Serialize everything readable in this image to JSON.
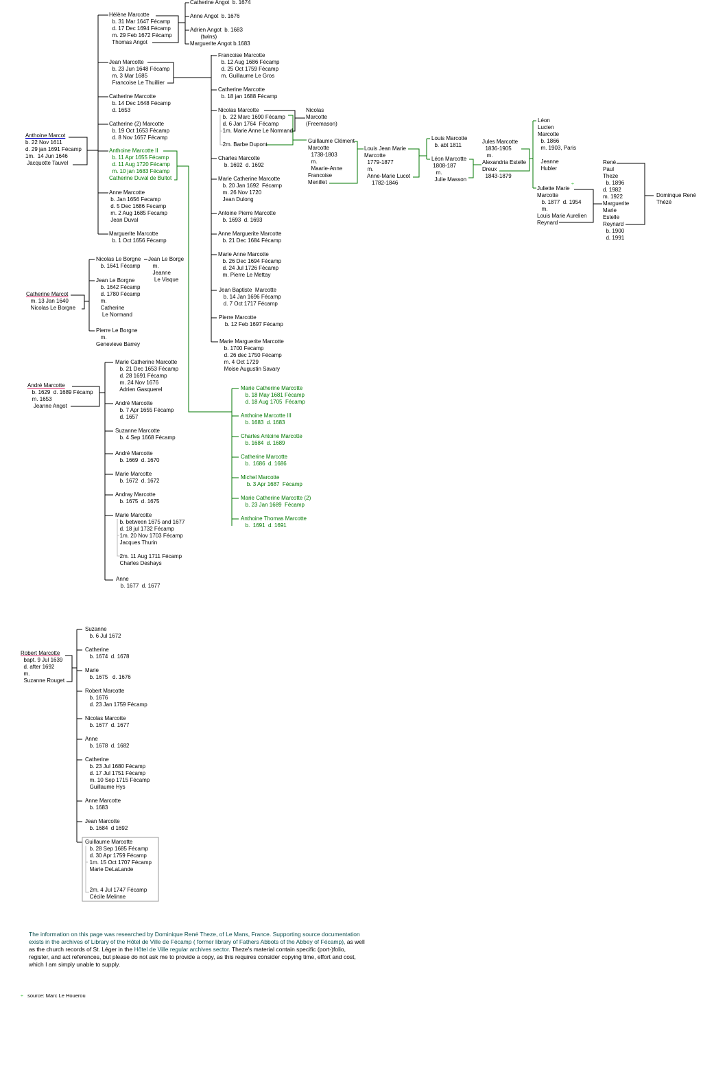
{
  "colors": {
    "line": "#000000",
    "green": "#007700",
    "gray": "#bbbbbb",
    "link_blue": "#0000cc",
    "link_pink": "#dd2266"
  },
  "blocks": {
    "angot": [
      "Catherine Angot  b. 1674",
      "",
      "Anne Angot  b. 1676",
      "",
      "Adrien Angot  b. 1683",
      "       (twins)",
      "Marguerite Angot b.1683"
    ],
    "helene": [
      "Hélène Marcotte",
      "  b. 31 Mar 1647 Fécamp",
      "  d. 17 Dec 1694 Fécamp",
      "  m. 29 Feb 1672 Fécamp",
      "  Thomas Angot"
    ],
    "jean": [
      "Jean Marcotte",
      "  b. 23 Jun 1648 Fécamp",
      "  m. 3 Mar 1685",
      "  Francoise Le Thuillier"
    ],
    "catherine1": [
      "Catherine Marcotte",
      "  b. 14 Dec 1648 Fécamp",
      "  d. 1653"
    ],
    "catherine2": [
      "Catherine (2) Marcotte",
      "  b. 19 Oct 1653 Fécamp",
      "  d. 8 Nov 1657 Fécamp"
    ],
    "anthoine": [
      "Anthoine Marcot",
      "b. 22 Nov 1611",
      "d. 29 jan 1691 Fécamp",
      "1m.  14 Jun 1646",
      " Jacquotte Tauvel"
    ],
    "anthoine2": [
      "Anthoine Marcotte II",
      "  b. 11 Apr 1655 Fécamp",
      "  d. 11 Aug 1720 Fécamp",
      "  m. 10 jan 1683 Fécamp",
      "Catherine Duval de Bultot"
    ],
    "anne": [
      "Anne Marcotte",
      " b. Jan 1656 Fecamp",
      " d. 5 Dec 1686 Fecamp",
      " m. 2 Aug 1685 Fecamp",
      " Jean Duval"
    ],
    "marguerite": [
      "Marguerite Marcotte",
      "  b. 1 Oct 1656 Fécamp"
    ],
    "j_francoise": [
      "Francoise Marcotte",
      "  b. 12 Aug 1686 Fécamp",
      "  d. 25 Oct 1759 Fécamp",
      "  m. Guillaume Le Gros"
    ],
    "j_catherine": [
      "Catherine Marcotte",
      "  b. 18 jan 1688 Fécamp"
    ],
    "j_nicolas": [
      "Nicolas Marcotte",
      "   b.  22 Marc 1690 Fécamp",
      "   d. 6 Jan 1764  Fécamp",
      "   1m. Marie Anne Le Normand",
      "",
      "   2m. Barbe Dupont"
    ],
    "j_charles": [
      "Charles Marcotte",
      "    b. 1692  d. 1692"
    ],
    "j_mariecath": [
      "Marie Catherine Marcotte",
      "   b. 20 Jan 1692  Fécamp",
      "   m. 26 Nov 1720",
      "   Jean Dulong"
    ],
    "j_antpierre": [
      "Antoine Pierre Marcotte",
      "   b. 1693  d. 1693"
    ],
    "j_annemarg": [
      "Anne Marguerite Marcotte",
      "   b. 21 Dec 1684 Fécamp"
    ],
    "j_marieanne": [
      "Marie Anne Marcotte",
      "   b. 26 Dec 1694 Fécamp",
      "   d. 24 Jul 1726 Fécamp",
      "   m. Pierre Le Mettay"
    ],
    "j_jeanbapt": [
      "Jean Baptiste  Marcotte",
      "   b. 14 Jan 1696 Fécamp",
      "   d. 7 Oct 1717 Fécamp"
    ],
    "j_pierre": [
      "Pierre Marcotte",
      "    b. 12 Feb 1697 Fécamp"
    ],
    "j_mariemarg": [
      "Marie Marguerite Marcotte",
      "   b. 1700 Fecamp",
      "   d. 26 dec 1750 Fécamp",
      "   m. 4 Oct 1729",
      "   Moise Augustin Savary"
    ],
    "freemason": [
      "Nicolas",
      "Marcotte",
      "(Freemason)"
    ],
    "guillaume_c": [
      "Guillaume Clément",
      "Marcotte",
      "  1738-1803",
      "  m.",
      "  Maarie-Anne",
      "Francoise",
      "Menillet"
    ],
    "louis_jean": [
      "Louis Jean Marie",
      "Marcotte",
      "  1779-1877",
      "  m.",
      "  Anne-Marie Lucot",
      "     1782-1846"
    ],
    "louis": [
      "Louis Marcotte",
      "  b. abt 1811"
    ],
    "leon": [
      "Léon Marcotte",
      " 1808-187",
      "   m.",
      "  Julie Masson"
    ],
    "jules": [
      "Jules Marcotte",
      "  1836-1905",
      "   m.",
      "Alexandria Estelle",
      "Dreux",
      "  1843-1879"
    ],
    "leon_lucien": [
      "Léon",
      "Lucien",
      "Marcotte",
      "  b. 1866",
      "  m. 1903, Paris",
      "",
      "  Jeanne",
      "  Hubler"
    ],
    "juliette": [
      "Juliette Marie",
      "Marcotte",
      "   b. 1877  d. 1954",
      "   m.",
      "Louis Marie Aurelien",
      "Reynard"
    ],
    "rene": [
      "René",
      "Paul",
      "Theze",
      "  b. 1896",
      "d. 1982",
      "m. 1922",
      "Marguerite",
      "Marie",
      "Estelle",
      "Reynard",
      "  b. 1900",
      "  d. 1991"
    ],
    "dominique": [
      "Dominque René",
      "Thèzé"
    ],
    "catherine_marcot": [
      "Catherine Marcot",
      "   m. 13 Jan 1640",
      "   Nicolas Le Borgne"
    ],
    "lb_nicolas": [
      "Nicolas Le Borgne",
      "   b. 1641 Fécamp"
    ],
    "lb_jean": [
      "Jean Le Borgne",
      "   b. 1642 Fécamp",
      "   d. 1780 Fécamp",
      "   m.",
      "   Catherine",
      "    Le Normand"
    ],
    "lb_pierre": [
      "Pierre Le Borgne",
      "   m.",
      "Genevieve Barrey"
    ],
    "lb_jeanborge": [
      "Jean Le Borge",
      "   m.",
      "   Jeanne",
      "    Le Visque"
    ],
    "andre": [
      "André Marcotte",
      "   b. 1629  d. 1689 Fécamp",
      "   m. 1653",
      "    Jeanne Angot"
    ],
    "a_mariecath": [
      "Marie Catherine Marcotte",
      "   b. 21 Dec 1653 Fécamp",
      "   d. 28 1691 Fécamp",
      "   m. 24 Nov 1676",
      "   Adrien Gasquerel"
    ],
    "a_andre1": [
      "André Marcotte",
      "   b. 7 Apr 1655 Fécamp",
      "   d. 1657"
    ],
    "a_suzanne": [
      "Suzanne Marcotte",
      "   b. 4 Sep 1668 Fécamp"
    ],
    "a_andre2": [
      "André Marcotte",
      "   b. 1669  d. 1670"
    ],
    "a_marie1": [
      "Marie Marcotte",
      "   b. 1672  d. 1672"
    ],
    "a_andray": [
      "Andray Marcotte",
      "   b. 1675  d. 1675"
    ],
    "a_marie2": [
      "Marie Marcotte",
      "   b. between 1675 and 1677",
      "   d. 18 jul 1732 Fécamp",
      "   1m. 20 Nov 1703 Fécamp",
      "   Jacques Thurin",
      "",
      "   2m. 11 Aug 1711 Fécamp",
      "   Charles Deshays"
    ],
    "a_anne": [
      "Anne",
      "   b. 1677  d. 1677"
    ],
    "g_mariecath": [
      "Marie Catherine Marcotte",
      "   b. 18 May 1681 Fécamp",
      "   d. 18 Aug 1705  Fécamp"
    ],
    "g_anthoine3": [
      "Anthoine Marcotte III",
      "   b. 1683  d. 1683"
    ],
    "g_charles": [
      "Charles Antoine Marcotte",
      "   b. 1684  d. 1689"
    ],
    "g_catherine": [
      "Catherine Marcotte",
      "   b.  1686  d. 1686"
    ],
    "g_michel": [
      "Michel Marcotte",
      "    b. 3 Apr 1687  Fécamp"
    ],
    "g_mariecath2": [
      "Marie Catherine Marcotte (2)",
      "   b. 23 Jan 1689  Fécamp"
    ],
    "g_anthoinethomas": [
      "Anthoine Thomas Marcotte",
      "   b.  1691  d. 1691"
    ],
    "robert": [
      "Robert Marcotte",
      "  bapt. 9 Jul 1639",
      "  d. after 1692",
      "  m.",
      "  Suzanne Rouget"
    ],
    "r_suzanne": [
      "Suzanne",
      "   b. 6 Jul 1672"
    ],
    "r_catherine1": [
      "Catherine",
      "   b. 1674  d. 1678"
    ],
    "r_marie": [
      "Marie",
      "   b. 1675   d. 1676"
    ],
    "r_robert": [
      "Robert Marcotte",
      "   b. 1676",
      "   d. 23 Jan 1759 Fécamp"
    ],
    "r_nicolas": [
      "Nicolas Marcotte",
      "   b. 1677  d. 1677"
    ],
    "r_anne1": [
      "Anne",
      "   b. 1678  d. 1682"
    ],
    "r_catherine2": [
      "Catherine",
      "   b. 23 Jul 1680 Fécamp",
      "   d. 17 Jul 1751 Fécamp",
      "   m. 10 Sep 1715 Fécamp",
      "   Guillaume Hys"
    ],
    "r_anne2": [
      "Anne Marcotte",
      "   b. 1683"
    ],
    "r_jean": [
      "Jean Marcotte",
      "   b. 1684  d 1692"
    ],
    "r_guillaume": [
      "Guillaume Marcotte",
      "   b. 28 Sep 1685 Fécamp",
      "   d. 30 Apr 1759 Fécamp",
      "   1m. 15 Oct 1707 Fécamp",
      "   Marie DeLaLande",
      "",
      "",
      "   2m. 4 Jul 1747 Fécamp",
      "   Cécile Melinne"
    ]
  },
  "footer": {
    "note_teal": "The information on this page was researched by Dominique René Theze, of Le Mans,  France. Supporting source documentation exists in the archives of Library of the Hôtel de Ville de Fécamp ( former library of Fathers  Abbots of the Abbey of Fécamp),",
    "note_mid": "  as well as the church records of St. Léger in the ",
    "note_teal2": "Hôtel de Ville regular archives sector.",
    "note_black": "  Theze's material contain specific (port-)folio, register, and act references, but please do not ask me to provide a copy, as this requires consider copying time, effort and cost, which I am simply unable to supply.",
    "source_mark": "÷",
    "source": "source: Marc Le Houerou"
  }
}
